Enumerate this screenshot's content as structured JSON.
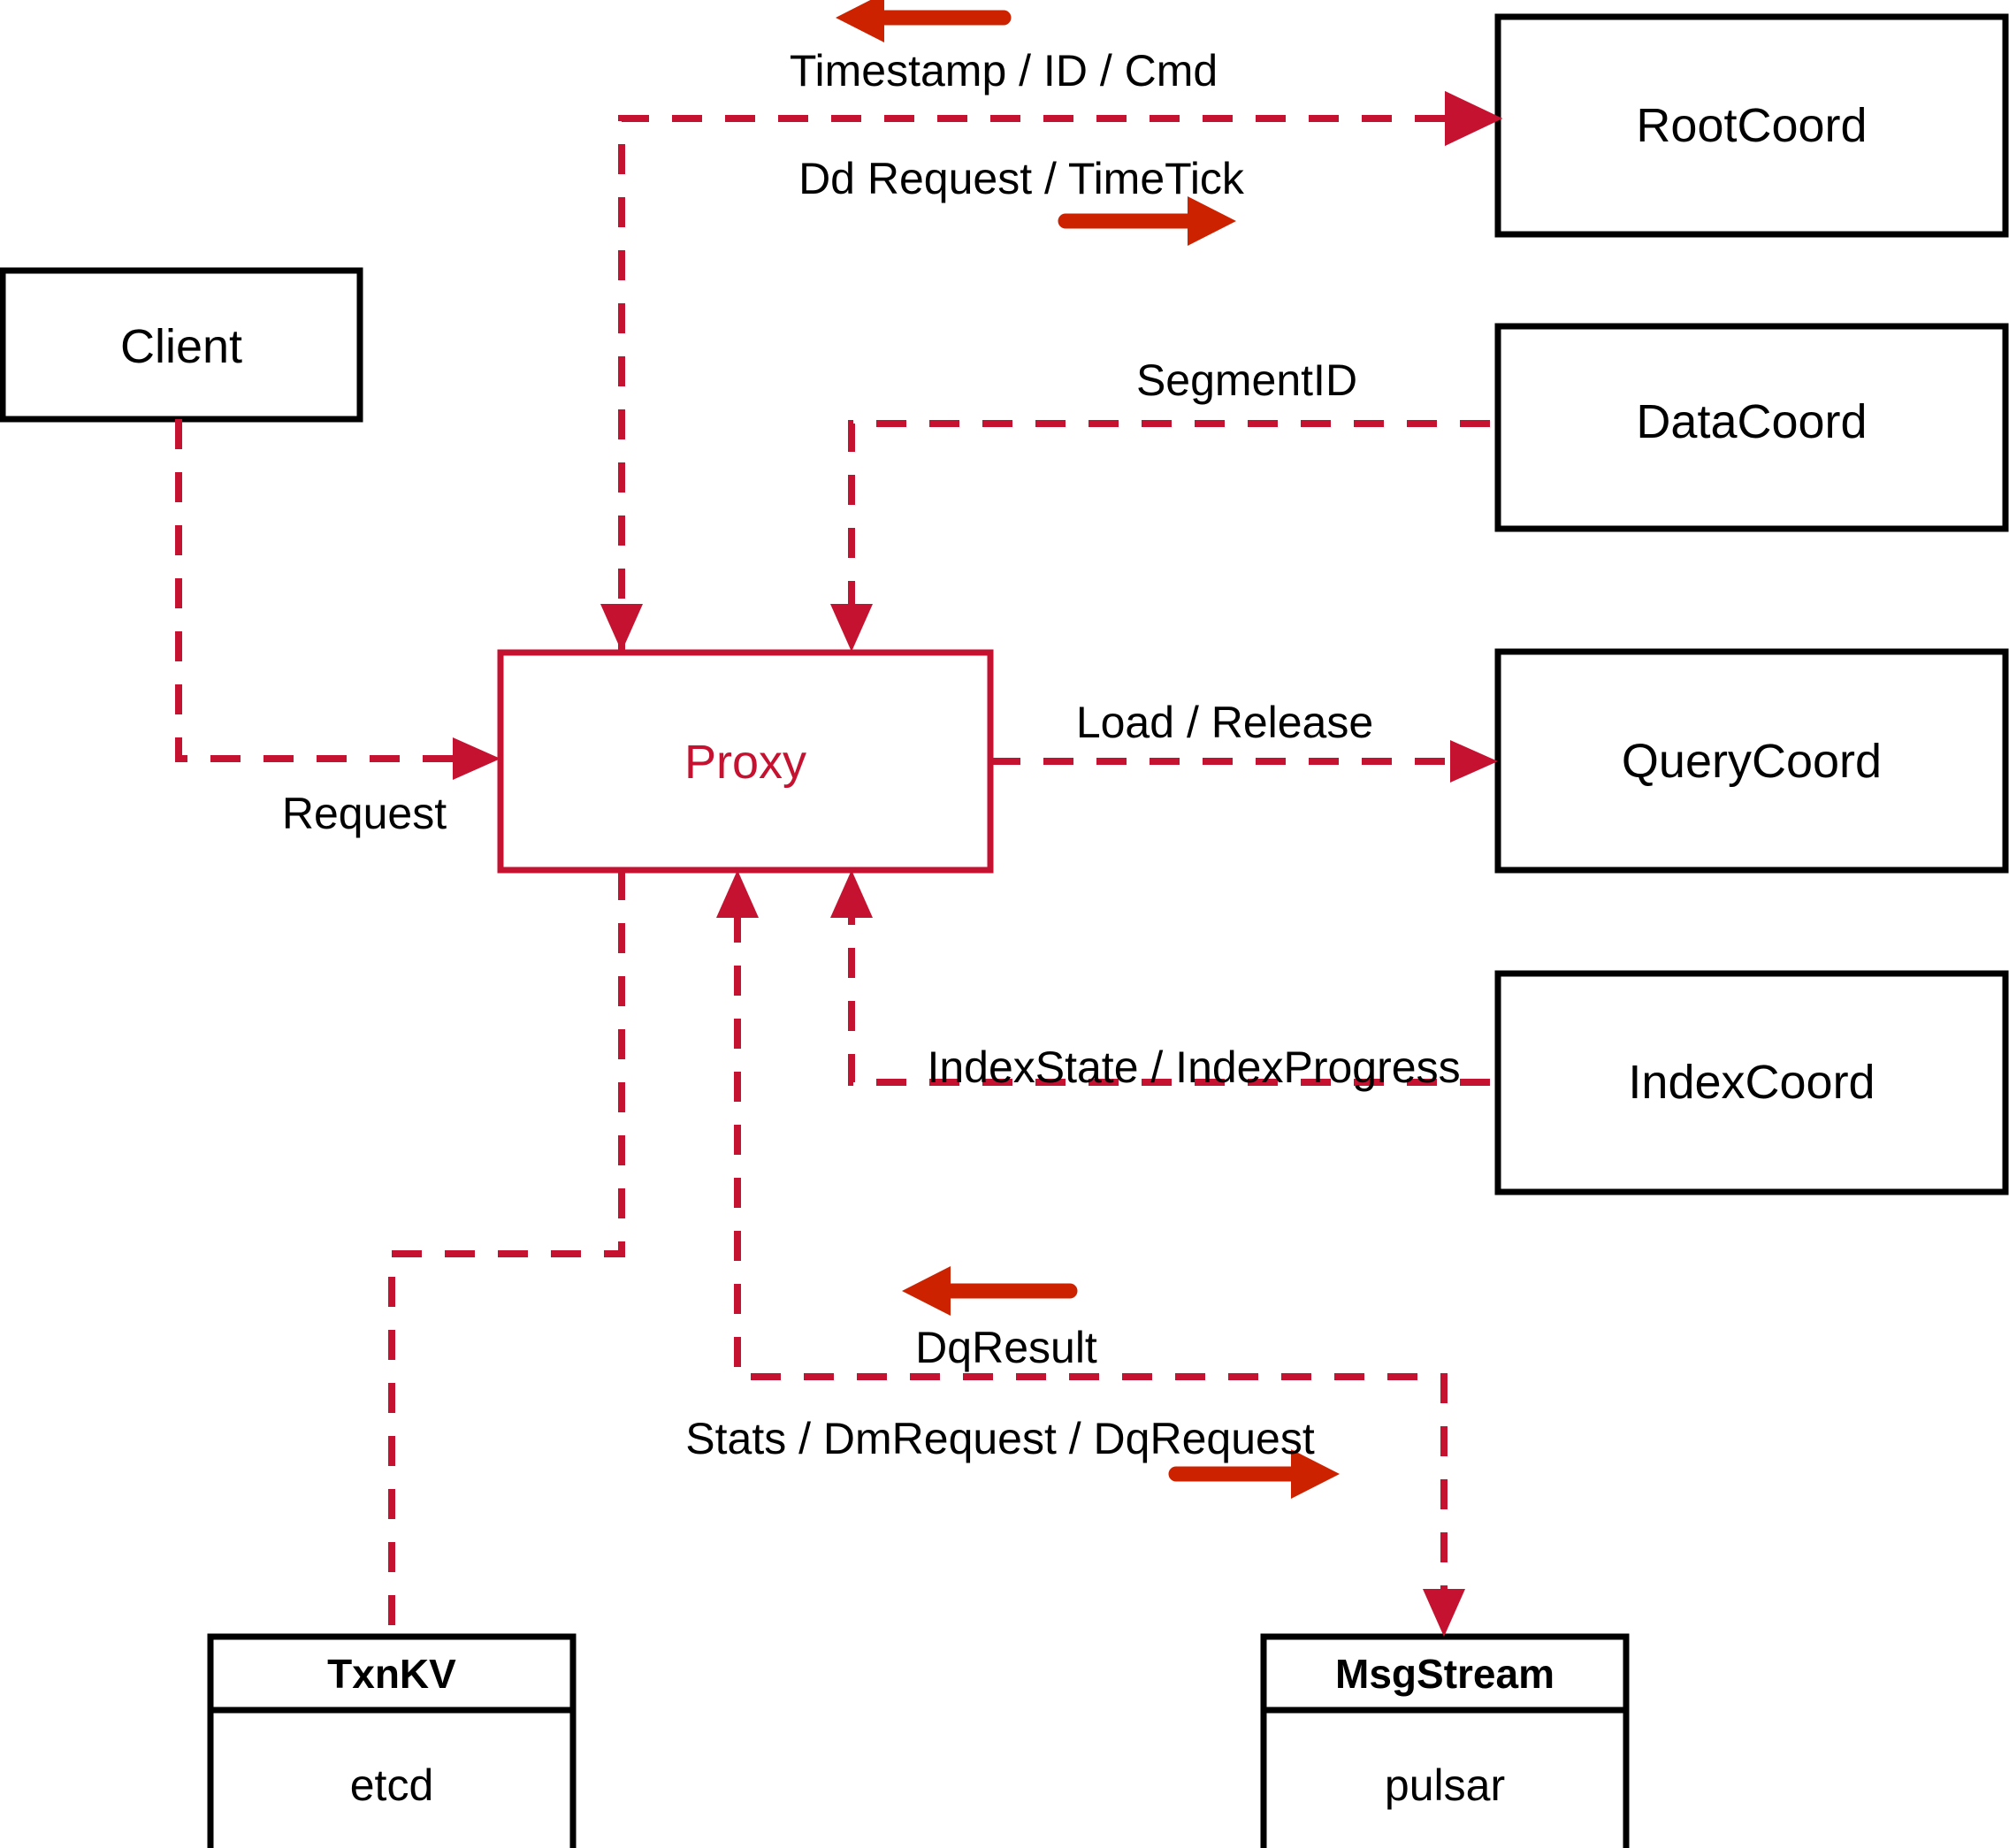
{
  "diagram": {
    "title": "Milvus Proxy Interaction Diagram",
    "colors": {
      "node_stroke": "#000000",
      "proxy_stroke": "#C41230",
      "dashed_edge": "#C41230",
      "solid_arrow": "#CC2200",
      "background": "#FFFFFF",
      "text": "#000000"
    },
    "nodes": [
      {
        "id": "client",
        "label": "Client",
        "style": "plain"
      },
      {
        "id": "proxy",
        "label": "Proxy",
        "style": "accent"
      },
      {
        "id": "rootcoord",
        "label": "RootCoord",
        "style": "plain"
      },
      {
        "id": "datacoord",
        "label": "DataCoord",
        "style": "plain"
      },
      {
        "id": "querycoord",
        "label": "QueryCoord",
        "style": "plain"
      },
      {
        "id": "indexcoord",
        "label": "IndexCoord",
        "style": "plain"
      },
      {
        "id": "txnkv",
        "label": "TxnKV",
        "sublabel": "etcd",
        "style": "stacked"
      },
      {
        "id": "msgstream",
        "label": "MsgStream",
        "sublabel": "pulsar",
        "style": "stacked"
      }
    ],
    "edges": [
      {
        "id": "e-rootcoord-in",
        "label": "Timestamp / ID / Cmd",
        "from": "rootcoord",
        "to": "proxy",
        "direction": "left"
      },
      {
        "id": "e-rootcoord-out",
        "label": "Dd Request / TimeTick",
        "from": "proxy",
        "to": "rootcoord",
        "direction": "right"
      },
      {
        "id": "e-datacoord",
        "label": "SegmentID",
        "from": "datacoord",
        "to": "proxy",
        "direction": "left"
      },
      {
        "id": "e-client",
        "label": "Request",
        "from": "client",
        "to": "proxy",
        "direction": "right"
      },
      {
        "id": "e-querycoord",
        "label": "Load / Release",
        "from": "proxy",
        "to": "querycoord",
        "direction": "right"
      },
      {
        "id": "e-indexcoord",
        "label": "IndexState / IndexProgress",
        "from": "indexcoord",
        "to": "proxy",
        "direction": "left"
      },
      {
        "id": "e-dqresult",
        "label": "DqResult",
        "from": "msgstream",
        "to": "proxy",
        "direction": "left"
      },
      {
        "id": "e-dqrequest",
        "label": "Stats / DmRequest / DqRequest",
        "from": "proxy",
        "to": "msgstream",
        "direction": "right"
      },
      {
        "id": "e-txnkv",
        "label": "",
        "from": "proxy",
        "to": "txnkv",
        "direction": "none"
      }
    ]
  }
}
